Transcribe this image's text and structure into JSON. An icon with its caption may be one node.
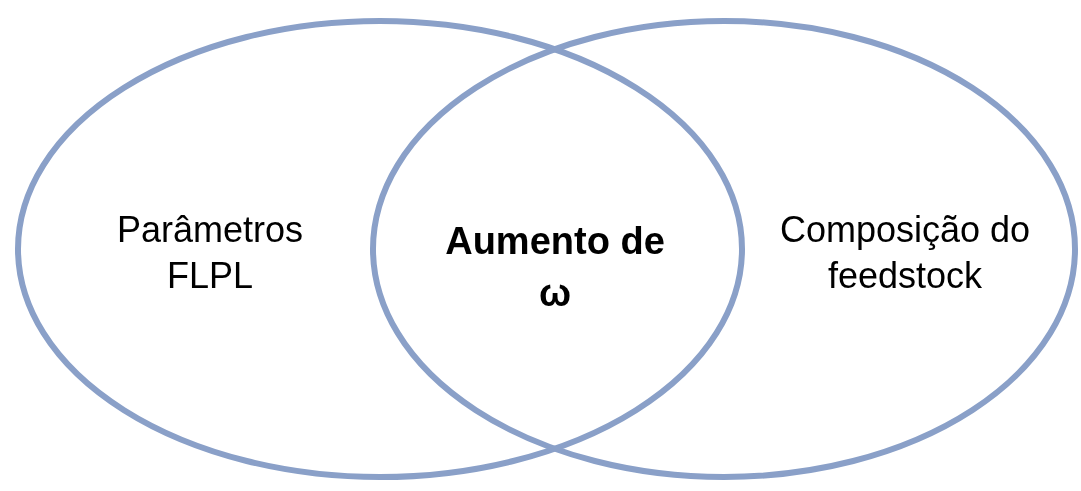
{
  "diagram": {
    "nodes": [
      {
        "text": [
          "Parâmetros FLPL"
        ]
      },
      {
        "text": [
          "Composição do feedstock"
        ]
      }
    ],
    "edges": [],
    "labels": [
      "Aumento de ω"
    ]
  }
}
